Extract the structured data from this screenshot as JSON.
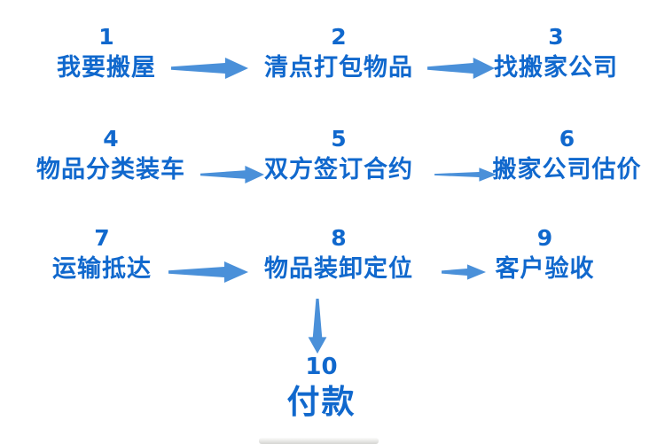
{
  "page": {
    "background": "#ffffff",
    "description_language": "zh"
  },
  "colors": {
    "step_text": "#1068cd",
    "arrow": "#4a90d9"
  },
  "steps": [
    {
      "number": "1",
      "label": "我要搬屋"
    },
    {
      "number": "2",
      "label": "清点打包物品"
    },
    {
      "number": "3",
      "label": "找搬家公司"
    },
    {
      "number": "4",
      "label": "物品分类装车"
    },
    {
      "number": "5",
      "label": "双方签订合约"
    },
    {
      "number": "6",
      "label": "搬家公司估价"
    },
    {
      "number": "7",
      "label": "运输抵达"
    },
    {
      "number": "8",
      "label": "物品装卸定位"
    },
    {
      "number": "9",
      "label": "客户验收"
    },
    {
      "number": "10",
      "label": "付款"
    }
  ],
  "flow": {
    "connections": [
      {
        "from": "1",
        "to": "2",
        "direction": "right"
      },
      {
        "from": "2",
        "to": "3",
        "direction": "right"
      },
      {
        "from": "4",
        "to": "5",
        "direction": "right"
      },
      {
        "from": "5",
        "to": "6",
        "direction": "right"
      },
      {
        "from": "7",
        "to": "8",
        "direction": "right"
      },
      {
        "from": "8",
        "to": "9",
        "direction": "right"
      },
      {
        "from": "8",
        "to": "10",
        "direction": "down"
      }
    ]
  }
}
